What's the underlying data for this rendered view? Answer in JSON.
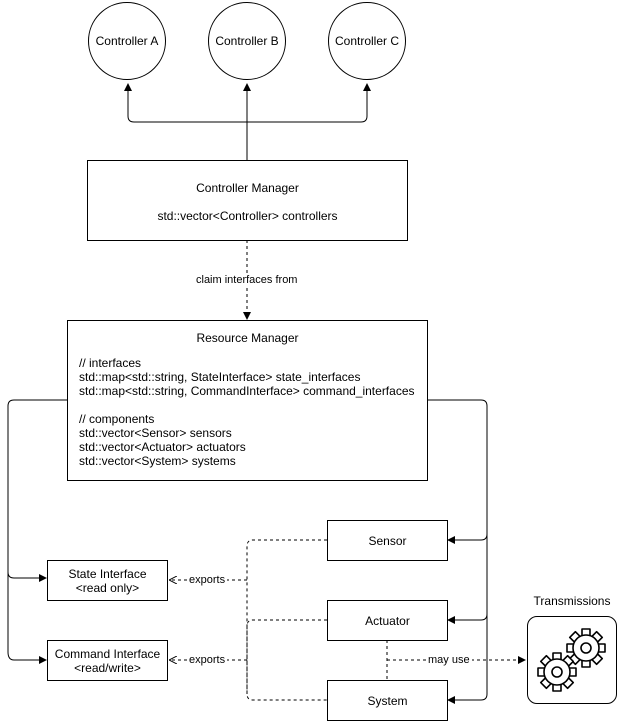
{
  "controllers": [
    {
      "label": "Controller A"
    },
    {
      "label": "Controller B"
    },
    {
      "label": "Controller C"
    }
  ],
  "controller_manager": {
    "title": "Controller Manager",
    "member": "std::vector<Controller> controllers"
  },
  "edge_labels": {
    "claim": "claim interfaces from",
    "exports_state": "exports",
    "exports_command": "exports",
    "may_use": "may use"
  },
  "resource_manager": {
    "title": "Resource Manager",
    "interfaces_comment": "// interfaces",
    "state_interfaces": "std::map<std::string, StateInterface> state_interfaces",
    "command_interfaces": "std::map<std::string, CommandInterface> command_interfaces",
    "components_comment": "// components",
    "sensors": "std::vector<Sensor> sensors",
    "actuators": "std::vector<Actuator> actuators",
    "systems": "std::vector<System> systems"
  },
  "components": {
    "sensor": "Sensor",
    "actuator": "Actuator",
    "system": "System"
  },
  "interfaces": {
    "state_name": "State Interface",
    "state_access": "<read only>",
    "command_name": "Command Interface",
    "command_access": "<read/write>"
  },
  "transmissions": {
    "label": "Transmissions",
    "icon": "gears-icon"
  }
}
